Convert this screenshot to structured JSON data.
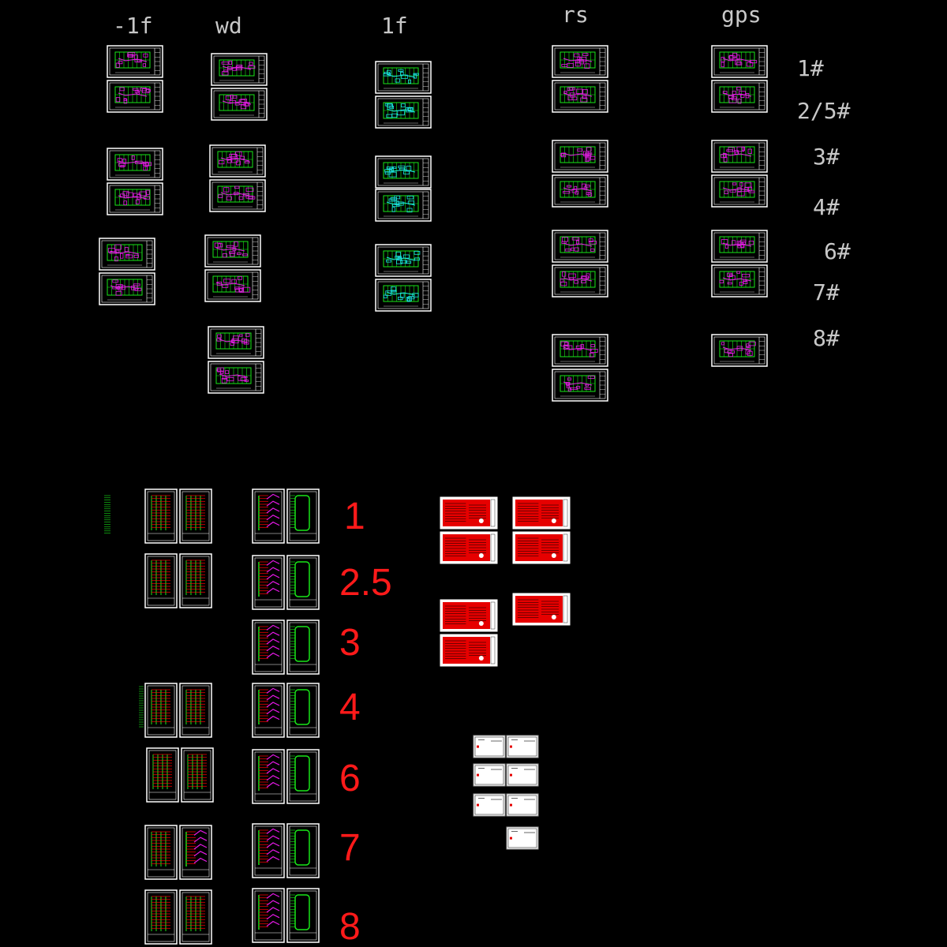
{
  "column_labels": [
    "-1f",
    "wd",
    "1f",
    "rs",
    "gps"
  ],
  "building_labels": [
    "1#",
    "2/5#",
    "3#",
    "4#",
    "6#",
    "7#",
    "8#"
  ],
  "riser_labels": [
    "1",
    "2.5",
    "3",
    "4",
    "6",
    "7",
    "8"
  ],
  "colors": {
    "background": "#000000",
    "sheet_border": "#ffffff",
    "plan_green": "#19e619",
    "plan_magenta": "#e619e6",
    "plan_cyan": "#1ae6e6",
    "notes_red": "#e60000",
    "label_gray": "#c8c8c8",
    "label_red": "#ff1a1a"
  }
}
